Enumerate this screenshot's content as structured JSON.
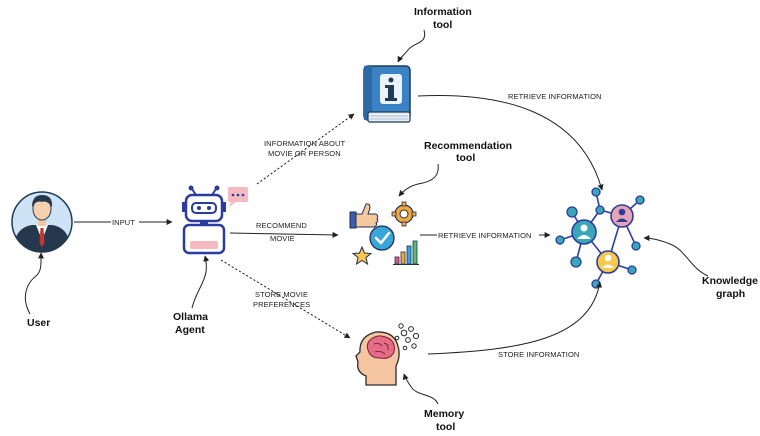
{
  "nodes": {
    "user": {
      "label": "User",
      "icon": "user-avatar-icon"
    },
    "agent": {
      "label_line1": "Ollama",
      "label_line2": "Agent",
      "icon": "robot-icon"
    },
    "info_tool": {
      "label_line1": "Information",
      "label_line2": "tool",
      "icon": "info-book-icon"
    },
    "rec_tool": {
      "label_line1": "Recommendation",
      "label_line2": "tool",
      "icon": "recommendation-icon"
    },
    "memory_tool": {
      "label_line1": "Memory",
      "label_line2": "tool",
      "icon": "brain-head-icon"
    },
    "knowledge_graph": {
      "label_line1": "Knowledge",
      "label_line2": "graph",
      "icon": "network-graph-icon"
    }
  },
  "edges": {
    "input": "INPUT",
    "info_line1": "INFORMATION ABOUT",
    "info_line2": "MOVIE OR PERSON",
    "recommend_line1": "RECOMMEND",
    "recommend_line2": "MOVIE",
    "store_line1": "STORE MOVIE",
    "store_line2": "PREFERENCES",
    "retrieve_info_top": "RETRIEVE INFORMATION",
    "retrieve_info_mid": "RETRIEVE INFORMATION",
    "store_info": "STORE INFORMATION"
  },
  "colors": {
    "user_circle": "#cfe3f7",
    "robot_blue": "#2a3c9e",
    "robot_pink": "#f6b9bf",
    "book_blue": "#3b82c4",
    "graph_teal": "#3aa6b9",
    "brain_pink": "#e56b86"
  }
}
